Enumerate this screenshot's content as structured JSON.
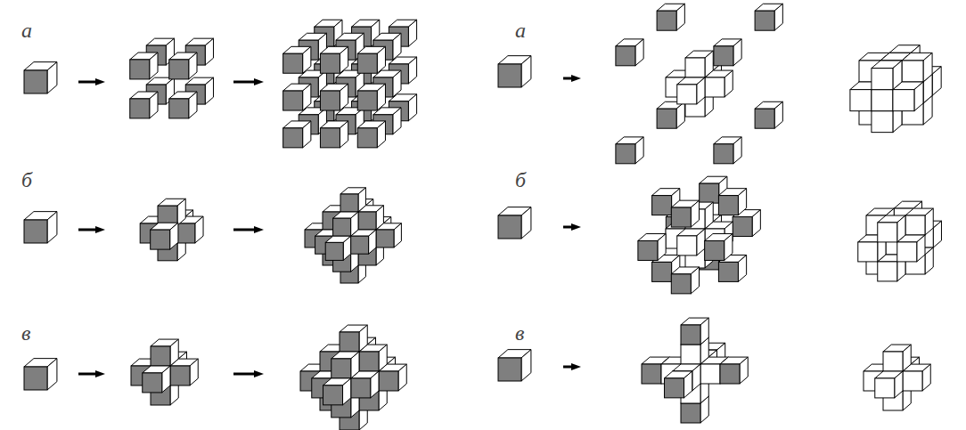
{
  "diagram": {
    "labels": [
      "а",
      "б",
      "в",
      "а",
      "б",
      "в"
    ]
  }
}
